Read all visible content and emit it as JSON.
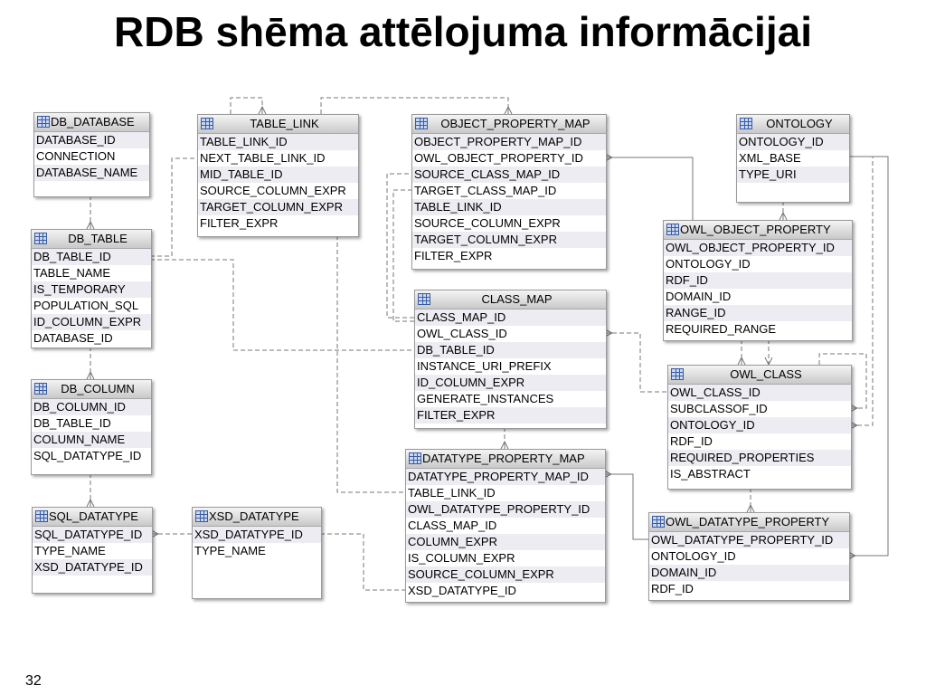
{
  "title": "RDB shēma attēlojuma informācijai",
  "page_number": "32",
  "tables": {
    "db_database": {
      "name": "DB_DATABASE",
      "columns": [
        "DATABASE_ID",
        "CONNECTION",
        "DATABASE_NAME"
      ]
    },
    "db_table": {
      "name": "DB_TABLE",
      "columns": [
        "DB_TABLE_ID",
        "TABLE_NAME",
        "IS_TEMPORARY",
        "POPULATION_SQL",
        "ID_COLUMN_EXPR",
        "DATABASE_ID"
      ]
    },
    "db_column": {
      "name": "DB_COLUMN",
      "columns": [
        "DB_COLUMN_ID",
        "DB_TABLE_ID",
        "COLUMN_NAME",
        "SQL_DATATYPE_ID"
      ]
    },
    "sql_datatype": {
      "name": "SQL_DATATYPE",
      "columns": [
        "SQL_DATATYPE_ID",
        "TYPE_NAME",
        "XSD_DATATYPE_ID"
      ]
    },
    "xsd_datatype": {
      "name": "XSD_DATATYPE",
      "columns": [
        "XSD_DATATYPE_ID",
        "TYPE_NAME"
      ]
    },
    "table_link": {
      "name": "TABLE_LINK",
      "columns": [
        "TABLE_LINK_ID",
        "NEXT_TABLE_LINK_ID",
        "MID_TABLE_ID",
        "SOURCE_COLUMN_EXPR",
        "TARGET_COLUMN_EXPR",
        "FILTER_EXPR"
      ]
    },
    "object_property_map": {
      "name": "OBJECT_PROPERTY_MAP",
      "columns": [
        "OBJECT_PROPERTY_MAP_ID",
        "OWL_OBJECT_PROPERTY_ID",
        "SOURCE_CLASS_MAP_ID",
        "TARGET_CLASS_MAP_ID",
        "TABLE_LINK_ID",
        "SOURCE_COLUMN_EXPR",
        "TARGET_COLUMN_EXPR",
        "FILTER_EXPR"
      ]
    },
    "class_map": {
      "name": "CLASS_MAP",
      "columns": [
        "CLASS_MAP_ID",
        "OWL_CLASS_ID",
        "DB_TABLE_ID",
        "INSTANCE_URI_PREFIX",
        "ID_COLUMN_EXPR",
        "GENERATE_INSTANCES",
        "FILTER_EXPR"
      ]
    },
    "datatype_property_map": {
      "name": "DATATYPE_PROPERTY_MAP",
      "columns": [
        "DATATYPE_PROPERTY_MAP_ID",
        "TABLE_LINK_ID",
        "OWL_DATATYPE_PROPERTY_ID",
        "CLASS_MAP_ID",
        "COLUMN_EXPR",
        "IS_COLUMN_EXPR",
        "SOURCE_COLUMN_EXPR",
        "XSD_DATATYPE_ID"
      ]
    },
    "ontology": {
      "name": "ONTOLOGY",
      "columns": [
        "ONTOLOGY_ID",
        "XML_BASE",
        "TYPE_URI"
      ]
    },
    "owl_object_property": {
      "name": "OWL_OBJECT_PROPERTY",
      "columns": [
        "OWL_OBJECT_PROPERTY_ID",
        "ONTOLOGY_ID",
        "RDF_ID",
        "DOMAIN_ID",
        "RANGE_ID",
        "REQUIRED_RANGE"
      ]
    },
    "owl_class": {
      "name": "OWL_CLASS",
      "columns": [
        "OWL_CLASS_ID",
        "SUBCLASSOF_ID",
        "ONTOLOGY_ID",
        "RDF_ID",
        "REQUIRED_PROPERTIES",
        "IS_ABSTRACT"
      ]
    },
    "owl_datatype_property": {
      "name": "OWL_DATATYPE_PROPERTY",
      "columns": [
        "OWL_DATATYPE_PROPERTY_ID",
        "ONTOLOGY_ID",
        "DOMAIN_ID",
        "RDF_ID"
      ]
    }
  },
  "icons": {
    "table_header": "table-grid-icon"
  },
  "colors": {
    "header_top": "#f4f4f4",
    "header_bottom": "#c9c9c9",
    "row_alt": "#ececf2",
    "border": "#9a9a9a",
    "connector": "#777777",
    "icon": "#3a5aa0"
  }
}
